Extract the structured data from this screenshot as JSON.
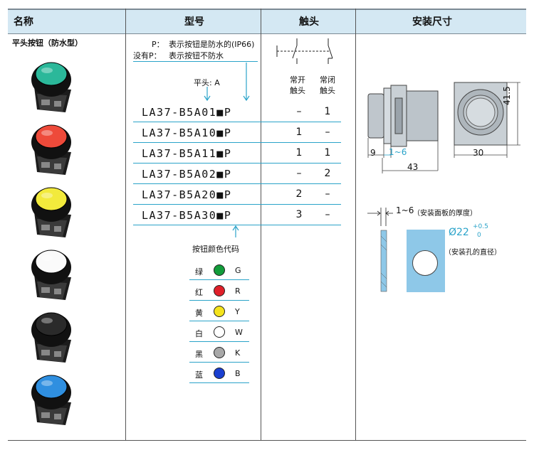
{
  "header": {
    "col_name": "名称",
    "col_model": "型号",
    "col_contact": "触头",
    "col_dims": "安装尺寸"
  },
  "product_name": "平头按钮（防水型）",
  "notes": {
    "p_label": "P：",
    "p_text": "表示按钮是防水的(IP66)",
    "nop_label": "没有P：",
    "nop_text": "表示按钮不防水",
    "flat_head": "平头: A"
  },
  "contacts_header": {
    "no_line1": "常开",
    "no_line2": "触头",
    "nc_line1": "常闭",
    "nc_line2": "触头"
  },
  "models": [
    {
      "code": "LA37-B5A01■P",
      "no": "–",
      "nc": "1"
    },
    {
      "code": "LA37-B5A10■P",
      "no": "1",
      "nc": "–"
    },
    {
      "code": "LA37-B5A11■P",
      "no": "1",
      "nc": "1"
    },
    {
      "code": "LA37-B5A02■P",
      "no": "–",
      "nc": "2"
    },
    {
      "code": "LA37-B5A20■P",
      "no": "2",
      "nc": "–"
    },
    {
      "code": "LA37-B5A30■P",
      "no": "3",
      "nc": "–"
    }
  ],
  "color_code_title": "按钮颜色代码",
  "colors": [
    {
      "cn": "绿",
      "code": "G",
      "hex": "#129c3a"
    },
    {
      "cn": "红",
      "code": "R",
      "hex": "#e0202a"
    },
    {
      "cn": "黄",
      "code": "Y",
      "hex": "#f4e31c"
    },
    {
      "cn": "白",
      "code": "W",
      "hex": "#ffffff"
    },
    {
      "cn": "黑",
      "code": "K",
      "hex": "#a8a8a8"
    },
    {
      "cn": "蓝",
      "code": "B",
      "hex": "#1a3fd0"
    }
  ],
  "button_images": [
    {
      "hex": "#2bb89a"
    },
    {
      "hex": "#ee4a3a"
    },
    {
      "hex": "#f2ea3c"
    },
    {
      "hex": "#fafafa"
    },
    {
      "hex": "#2a2a2a"
    },
    {
      "hex": "#2f8fe0"
    }
  ],
  "dims": {
    "d9": "9",
    "d1_6": "1~6",
    "d43": "43",
    "d30": "30",
    "d41_5": "41.5",
    "panel_thickness_value": "1~6",
    "panel_thickness_label": "（安装面板的厚度）",
    "hole_diameter": "Ø22",
    "hole_tol_upper": "+0.5",
    "hole_tol_lower": "0",
    "hole_label": "（安装孔的直径）"
  },
  "accent": "#2aa3c9",
  "header_bg": "#d4e8f3"
}
